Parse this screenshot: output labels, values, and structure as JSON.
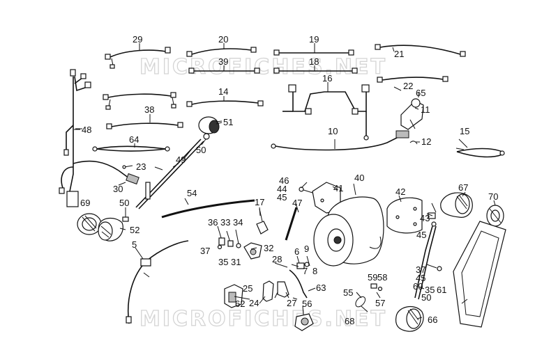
{
  "watermarks": [
    "MICROFICHES.NET",
    "MICROFICHES.NET"
  ],
  "part_numbers": [
    "29",
    "20",
    "19",
    "39",
    "18",
    "21",
    "16",
    "22",
    "65",
    "11",
    "14",
    "38",
    "48",
    "51",
    "50",
    "10",
    "12",
    "15",
    "64",
    "23",
    "49",
    "30",
    "46",
    "44",
    "45",
    "41",
    "40",
    "42",
    "67",
    "70",
    "69",
    "50",
    "54",
    "17",
    "47",
    "52",
    "36",
    "33",
    "34",
    "37",
    "35",
    "31",
    "32",
    "6",
    "9",
    "7",
    "8",
    "28",
    "43",
    "45",
    "5",
    "37",
    "45",
    "61",
    "59",
    "58",
    "60",
    "35",
    "55",
    "57",
    "50",
    "62",
    "25",
    "24",
    "27",
    "63",
    "56",
    "68",
    "66"
  ]
}
